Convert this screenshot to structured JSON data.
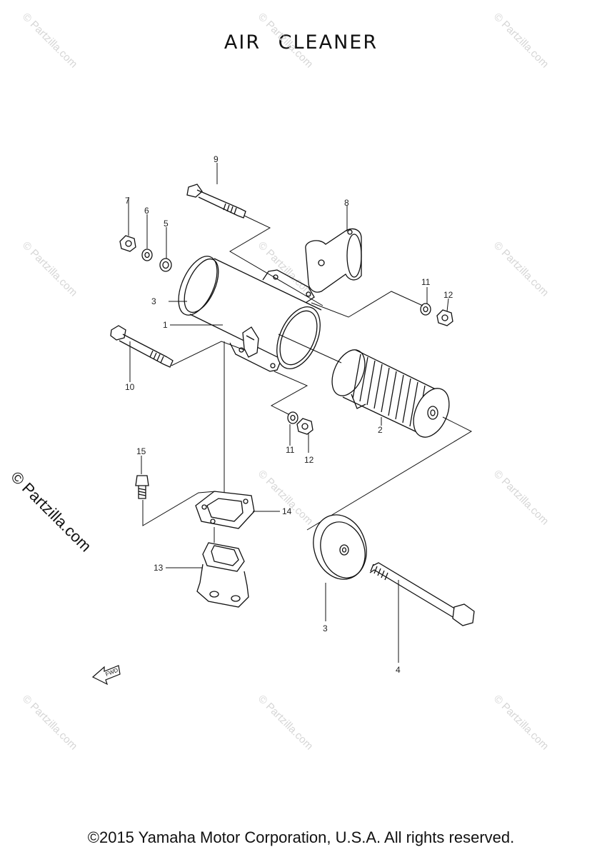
{
  "title": "AIR CLEANER",
  "watermark": "© Partzilla.com",
  "side_watermark": "© Partzilla.com",
  "footer": "©2015 Yamaha Motor Corporation, U.S.A. All rights reserved.",
  "fwd_label": "FWD",
  "callouts": {
    "c1": "1",
    "c2": "2",
    "c3a": "3",
    "c3b": "3",
    "c4": "4",
    "c5": "5",
    "c6": "6",
    "c7": "7",
    "c8": "8",
    "c9": "9",
    "c10": "10",
    "c11a": "11",
    "c11b": "11",
    "c12a": "12",
    "c12b": "12",
    "c13": "13",
    "c14": "14",
    "c15": "15"
  }
}
